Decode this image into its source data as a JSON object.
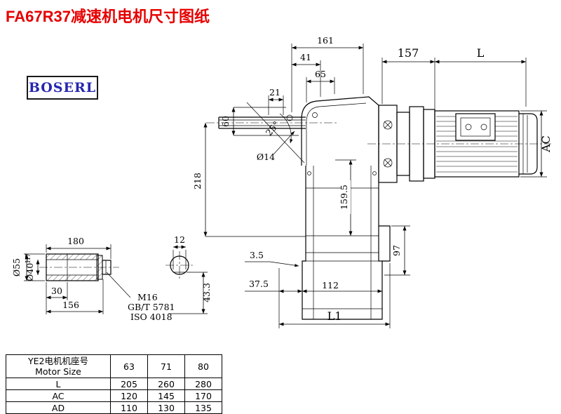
{
  "page": {
    "title": "FA67R37减速机电机尺寸图纸",
    "brand": "BOSERL"
  },
  "main_view": {
    "dim_161": "161",
    "dim_41": "41",
    "dim_65": "65",
    "dim_21": "21",
    "dim_60": "60",
    "dim_218": "218",
    "dim_hole": "Ø14",
    "dim_angle": "25°",
    "dim_157": "157",
    "dim_L": "L",
    "dim_AC": "AC",
    "dim_159_5": "159.5",
    "dim_97": "97",
    "dim_3_5": "3.5",
    "dim_37_5": "37.5",
    "dim_112": "112",
    "dim_L1": "L1"
  },
  "shaft_view": {
    "dim_180": "180",
    "dim_12": "12",
    "dim_d55": "Ø55",
    "dim_d40": "Ø40",
    "dim_d40_tol": "H7",
    "dim_30": "30",
    "dim_156": "156",
    "thread": "M16",
    "std_gb": "GB/T 5781",
    "std_iso": "ISO 4018",
    "dim_43_3": "43.3"
  },
  "table": {
    "header": {
      "label_cn": "YE2电机机座号",
      "label_en": "Motor Size",
      "sizes": [
        "63",
        "71",
        "80"
      ]
    },
    "rows": [
      {
        "label": "L",
        "values": [
          "205",
          "260",
          "280"
        ]
      },
      {
        "label": "AC",
        "values": [
          "120",
          "145",
          "170"
        ]
      },
      {
        "label": "AD",
        "values": [
          "110",
          "130",
          "135"
        ]
      }
    ]
  }
}
